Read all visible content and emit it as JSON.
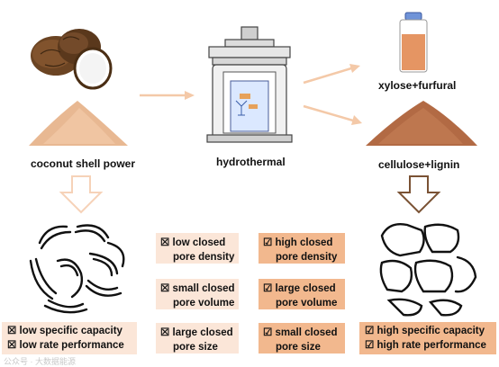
{
  "stages": {
    "coconut": "coconut shell power",
    "hydrothermal": "hydrothermal",
    "liquid": "xylose+furfural",
    "solid": "cellulose+lignin"
  },
  "left_results": [
    {
      "check": "☒",
      "text": "low specific capacity"
    },
    {
      "check": "☒",
      "text": "low rate performance"
    }
  ],
  "right_results": [
    {
      "check": "☑",
      "text": "high specific capacity"
    },
    {
      "check": "☑",
      "text": "high rate performance"
    }
  ],
  "mid_left": [
    {
      "check": "☒",
      "line1": "low closed",
      "line2": "pore density"
    },
    {
      "check": "☒",
      "line1": "small closed",
      "line2": "pore volume"
    },
    {
      "check": "☒",
      "line1": "large closed",
      "line2": "pore size"
    }
  ],
  "mid_right": [
    {
      "check": "☑",
      "line1": "high closed",
      "line2": "pore density"
    },
    {
      "check": "☑",
      "line1": "large closed",
      "line2": "pore volume"
    },
    {
      "check": "☑",
      "line1": "small closed",
      "line2": "pore size"
    }
  ],
  "watermark": "公众号 · 大数据能源",
  "colors": {
    "light_box": "#fbe6d8",
    "dark_box": "#f2b88e",
    "arrow_light": "#f6d2b8",
    "arrow_dark": "#7a5234"
  }
}
